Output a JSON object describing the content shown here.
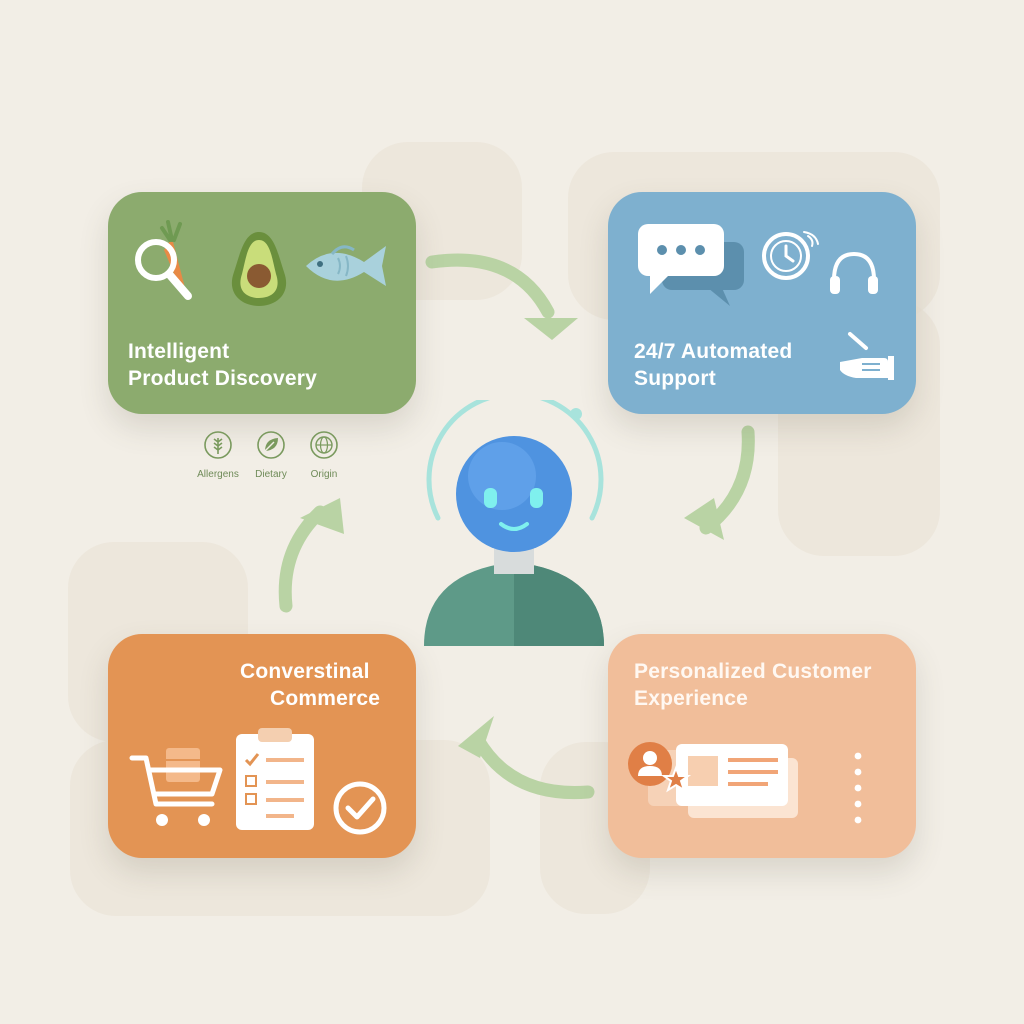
{
  "cards": {
    "discovery": {
      "title_line1": "Intelligent",
      "title_line2": "Product Discovery",
      "color": "#8cab6e"
    },
    "support": {
      "title_line1": "24/7 Automated",
      "title_line2": "Support",
      "color": "#7eb0cf"
    },
    "commerce": {
      "title_line1": "Converstinal",
      "title_line2": "Commerce",
      "color": "#e39454"
    },
    "personalized": {
      "title_line1": "Personalized Customer",
      "title_line2": "Experience",
      "color": "#f1be9a"
    }
  },
  "tags": [
    {
      "label": "Allergens",
      "icon": "wheat-icon"
    },
    {
      "label": "Dietary",
      "icon": "leaf-icon"
    },
    {
      "label": "Origin",
      "icon": "globe-icon"
    }
  ],
  "icons": {
    "discovery": [
      "magnifier-carrot-icon",
      "avocado-icon",
      "fish-icon"
    ],
    "support": [
      "chat-bubbles-icon",
      "clock-icon",
      "headset-icon",
      "hand-icon"
    ],
    "commerce": [
      "shopping-cart-icon",
      "checklist-icon",
      "checkmark-circle-icon"
    ],
    "personalized": [
      "user-star-icon",
      "profile-cards-icon",
      "vertical-dots-icon"
    ],
    "center": "ai-assistant-avatar-icon"
  },
  "colors": {
    "background": "#f2eee6",
    "arrow": "#b9d3a4",
    "avatar_blue": "#4f93e0",
    "body_teal": "#5e9a88",
    "halo": "#a8e3dc"
  }
}
